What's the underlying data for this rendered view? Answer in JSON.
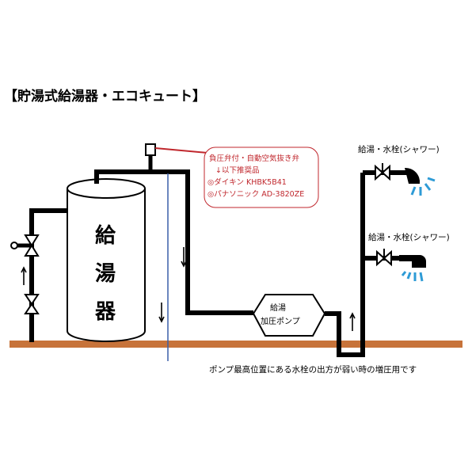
{
  "title": "【貯湯式給湯器・エコキュート】",
  "tank_label": [
    "給",
    "湯",
    "器"
  ],
  "pump_label": [
    "給湯",
    "加圧ポンプ"
  ],
  "valve_note": {
    "line1": "負圧弁付・自動空気抜き弁",
    "line2": "↓以下推奨品",
    "line3": "◎ダイキン KHBK5B41",
    "line4": "◎パナソニック AD-3820ZE"
  },
  "faucet_top_label": "給湯・水栓(シャワー)",
  "faucet_bottom_label": "給湯・水栓(シャワー)",
  "caption": "ポンプ最高位置にある水栓の出方が弱い時の増圧用です",
  "colors": {
    "floor": "#c7733a",
    "note_border": "#c0272d",
    "water": "#2e9bd6",
    "cold_line": "#3a5fa8"
  }
}
